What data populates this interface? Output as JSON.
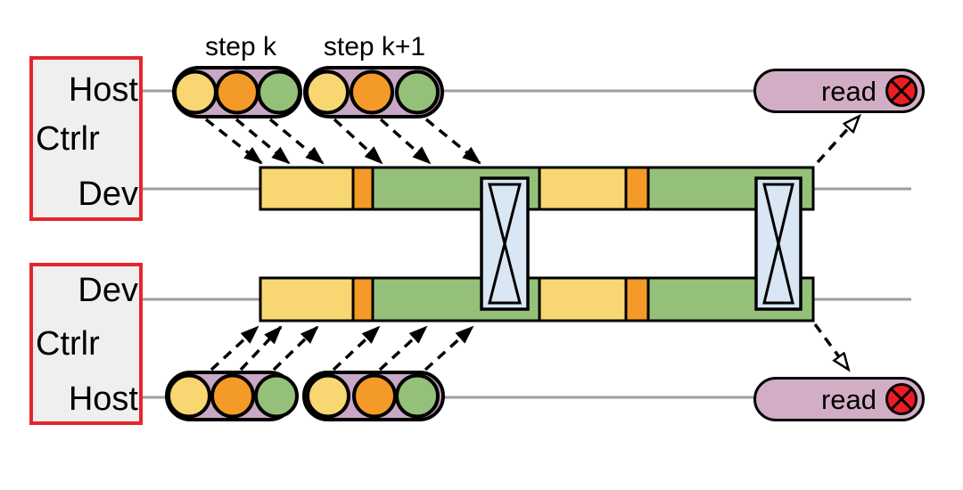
{
  "boxes": {
    "top": {
      "rows": [
        "Host",
        "Ctrlr",
        "Dev"
      ]
    },
    "bottom": {
      "rows": [
        "Dev",
        "Ctrlr",
        "Host"
      ]
    }
  },
  "steps": {
    "k": "step k",
    "k1": "step k+1"
  },
  "reads": {
    "top": "read",
    "bottom": "read"
  },
  "icons": {
    "error": "circle-x-icon",
    "sync_barrier": "bowtie-x-icon"
  },
  "colors": {
    "cmd_yellow": "#F8D672",
    "cmd_orange": "#F39A28",
    "cmd_green": "#95C07A",
    "queue_fill": "#C9A8C5",
    "read_fill": "#D2AEC6",
    "sync_fill": "#D9E6F4",
    "error_red": "#EC1B24",
    "box_border": "#E4262C",
    "box_fill": "#EFEFEF",
    "line_gray": "#9D9D9D"
  }
}
